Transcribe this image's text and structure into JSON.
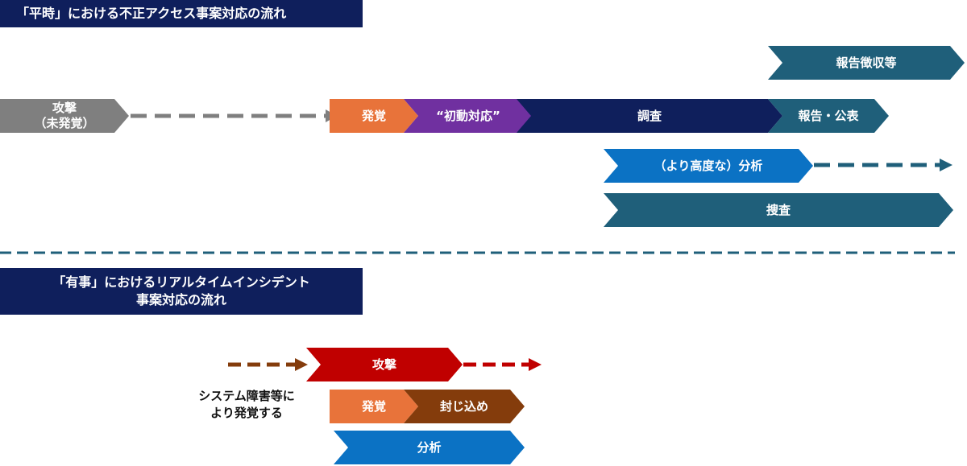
{
  "normal": {
    "title": "「平時」における不正アクセス事案対応の流れ",
    "steps": {
      "attack": "攻撃\n（未発覚）",
      "discovery": "発覚",
      "initial_response": "“初動対応”",
      "investigation": "調査",
      "report_publish": "報告・公表",
      "report_collect": "報告徴収等",
      "analysis": "（より高度な）分析",
      "criminal_investigation": "捜査"
    }
  },
  "emergency": {
    "title": "「有事」におけるリアルタイムインシデント\n事案対応の流れ",
    "steps": {
      "attack": "攻撃",
      "discovery": "発覚",
      "containment": "封じ込め",
      "analysis": "分析"
    },
    "note": "システム障害等に\nより発覚する"
  },
  "colors": {
    "navy": "#0f1f5c",
    "gray": "#7f7f7f",
    "orange": "#e8733a",
    "purple": "#7030a0",
    "teal": "#1f5f7a",
    "blue": "#0b72c4",
    "red": "#c00000",
    "brown": "#843c0c"
  }
}
